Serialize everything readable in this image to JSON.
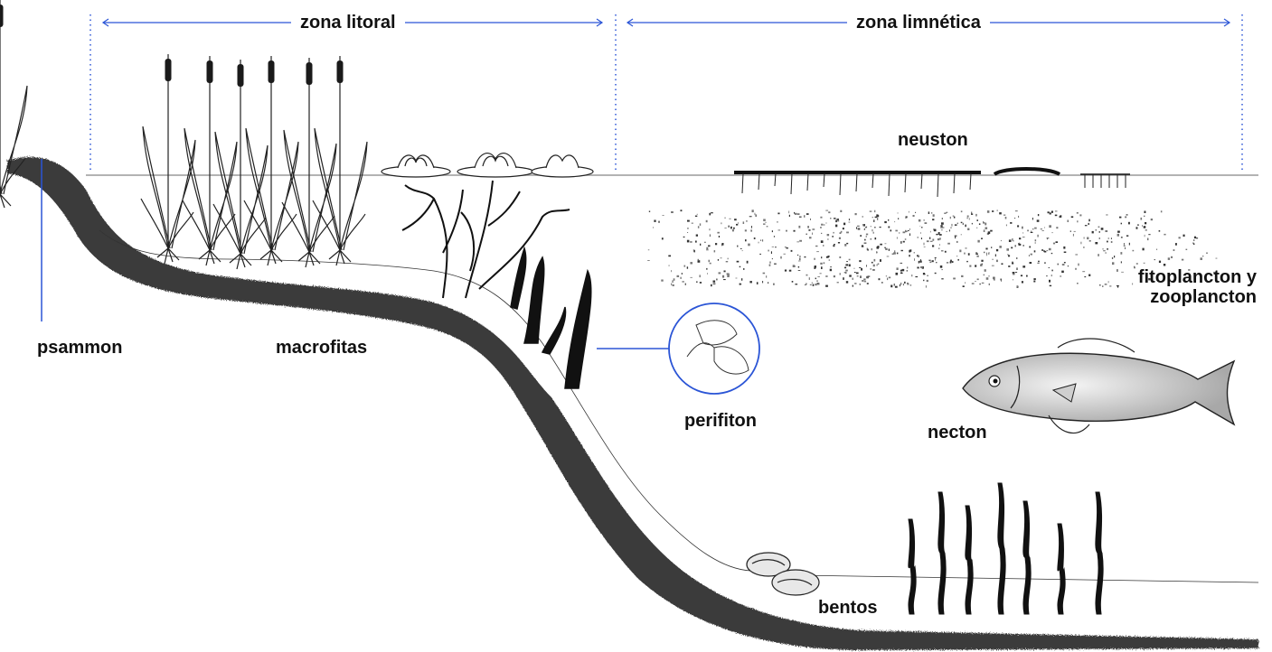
{
  "zones": {
    "litoral": "zona litoral",
    "limnetica": "zona limnética"
  },
  "labels": {
    "neuston": "neuston",
    "plankton_line1": "fitoplancton y",
    "plankton_line2": "zooplancton",
    "psammon": "psammon",
    "macrofitas": "macrofitas",
    "perifiton": "perifiton",
    "necton": "necton",
    "bentos": "bentos"
  },
  "colors": {
    "accent": "#2b55d6",
    "ink": "#111111",
    "sediment": "#222222",
    "water_line": "#9a9a9a"
  }
}
